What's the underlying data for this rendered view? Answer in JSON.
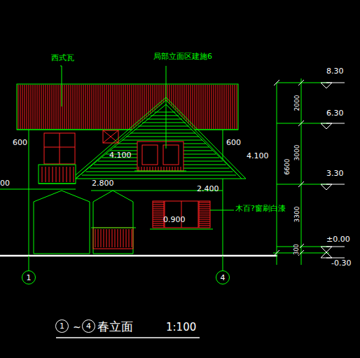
{
  "diagram": {
    "title": "春立面",
    "nodes": [
      {
        "text": [
          "1"
        ]
      },
      {
        "text": [
          "4"
        ]
      },
      {
        "text": [
          "1"
        ]
      },
      {
        "text": [
          "4"
        ]
      }
    ],
    "labels": [
      "西式瓦",
      "局部立面区建施6",
      "600",
      "600",
      "4.100",
      "4.100",
      "2.800",
      "2.400",
      "0.900",
      "木百?窗刷白漆",
      "8.30",
      "6.30",
      "3.30",
      "±0.00",
      "-0.30",
      "2000",
      "3000",
      "3300",
      "300",
      "6600",
      "00",
      "~",
      "1:100"
    ]
  }
}
